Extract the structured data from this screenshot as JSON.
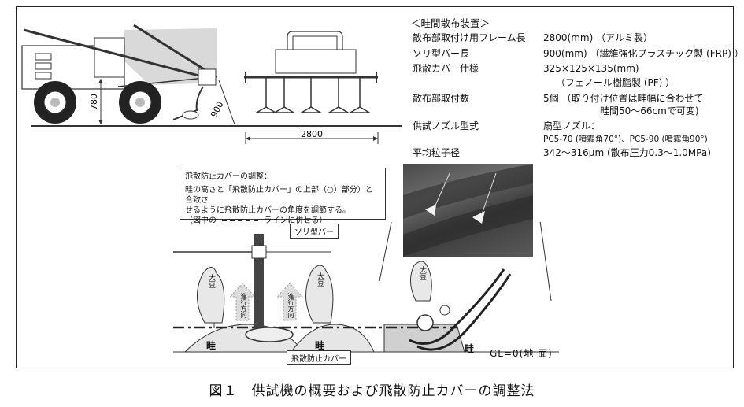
{
  "spec": {
    "title": "＜畦間散布装置＞",
    "rows": [
      {
        "label": "散布部取付け用フレーム長",
        "value": "2800(mm) （アルミ製）"
      },
      {
        "label": "ソリ型バー長",
        "value": "900(mm) （繊維強化プラスチック製 (FRP) ）"
      },
      {
        "label": "飛散カバー仕様",
        "value": "325×125×135(mm)"
      },
      {
        "label": "",
        "value": "（フェノール樹脂製 (PF) ）"
      },
      {
        "label": "散布部取付数",
        "value": "5個 （取り付け位置は畦幅に合わせて"
      },
      {
        "label": "",
        "value": "畦間50～66cmで可変)"
      },
      {
        "label": "供試ノズル型式",
        "value": "扇型ノズル："
      },
      {
        "label": "",
        "value": "PC5-70 (噴霧角70°)、PC5-90 (噴霧角90°)"
      },
      {
        "label": "平均粒子径",
        "value": "342～316μm (散布圧力0.3～1.0MPa)"
      }
    ]
  },
  "machine": {
    "dim_height": "780",
    "dim_bar": "900",
    "dim_width": "2800"
  },
  "note": {
    "title": "飛散防止カバーの調整：",
    "line1": "畦の高さと「飛散防止カバー」の上部（○）部分）と合致さ",
    "line2": "せるように飛散防止カバーの角度を調節する。",
    "line3": "（図中の",
    "line3b": "ラインに併せる）"
  },
  "labels": {
    "sori_bar": "ソリ型バー",
    "cover": "飛散防止カバー",
    "ridge": "畦",
    "soybean": "大豆",
    "direction": "進行方向",
    "ground": "GL=0(地 面)"
  },
  "caption": "図１　供試機の概要および飛散防止カバーの調整法"
}
